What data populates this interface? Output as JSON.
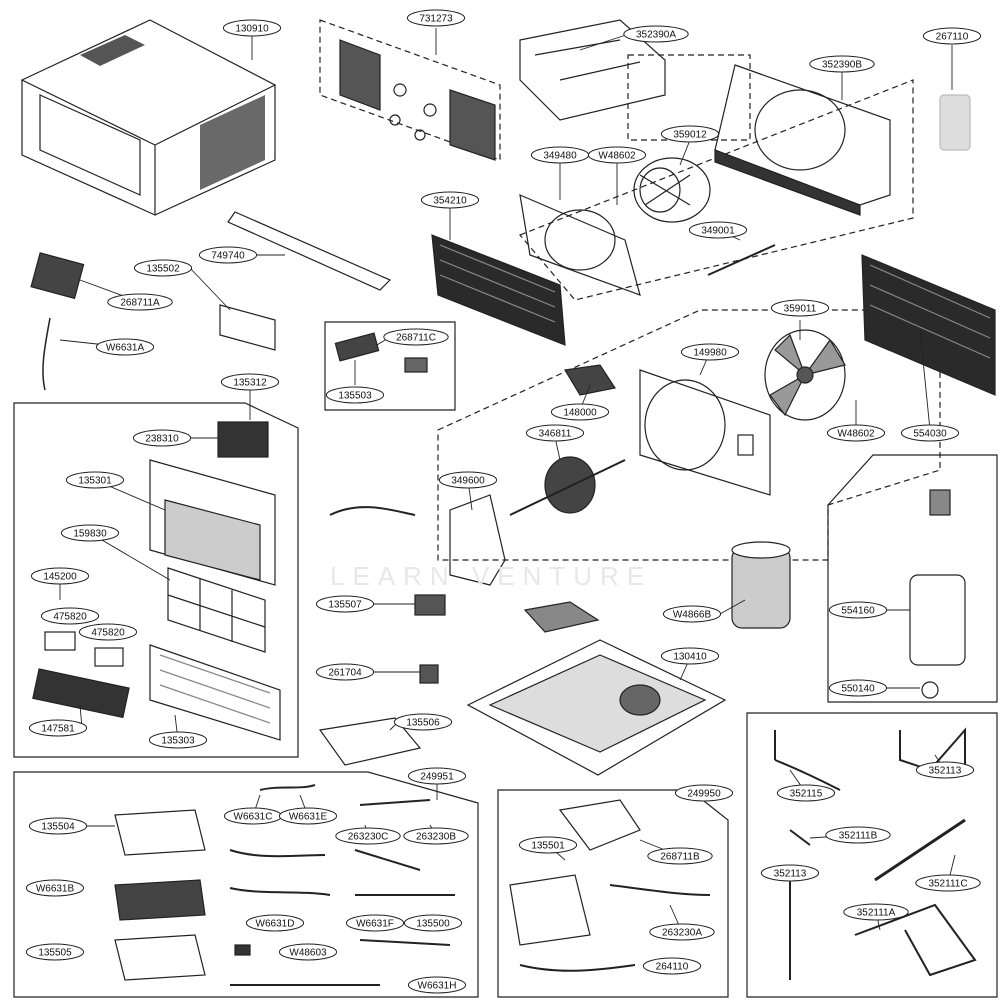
{
  "part_labels": [
    "130910",
    "731273",
    "352390A",
    "352390B",
    "267110",
    "359012",
    "349480",
    "W48602",
    "354210",
    "749740",
    "349001",
    "135502",
    "268711A",
    "W6631A",
    "268711C",
    "135503",
    "359011",
    "149980",
    "148000",
    "346811",
    "W48602",
    "554030",
    "135312",
    "238310",
    "135301",
    "159830",
    "145200",
    "475820",
    "475820",
    "349600",
    "135507",
    "W4866B",
    "554160",
    "261704",
    "130410",
    "550140",
    "147581",
    "135303",
    "135506",
    "249951",
    "249950",
    "135504",
    "W6631C",
    "W6631E",
    "263230C",
    "263230B",
    "135501",
    "268711B",
    "W6631B",
    "W6631D",
    "W6631F",
    "135500",
    "352115",
    "352113",
    "352111B",
    "352111C",
    "352113",
    "352111A",
    "263230A",
    "135505",
    "W48603",
    "W6631H",
    "264110"
  ],
  "watermark_text": "LEARN VENTURE"
}
